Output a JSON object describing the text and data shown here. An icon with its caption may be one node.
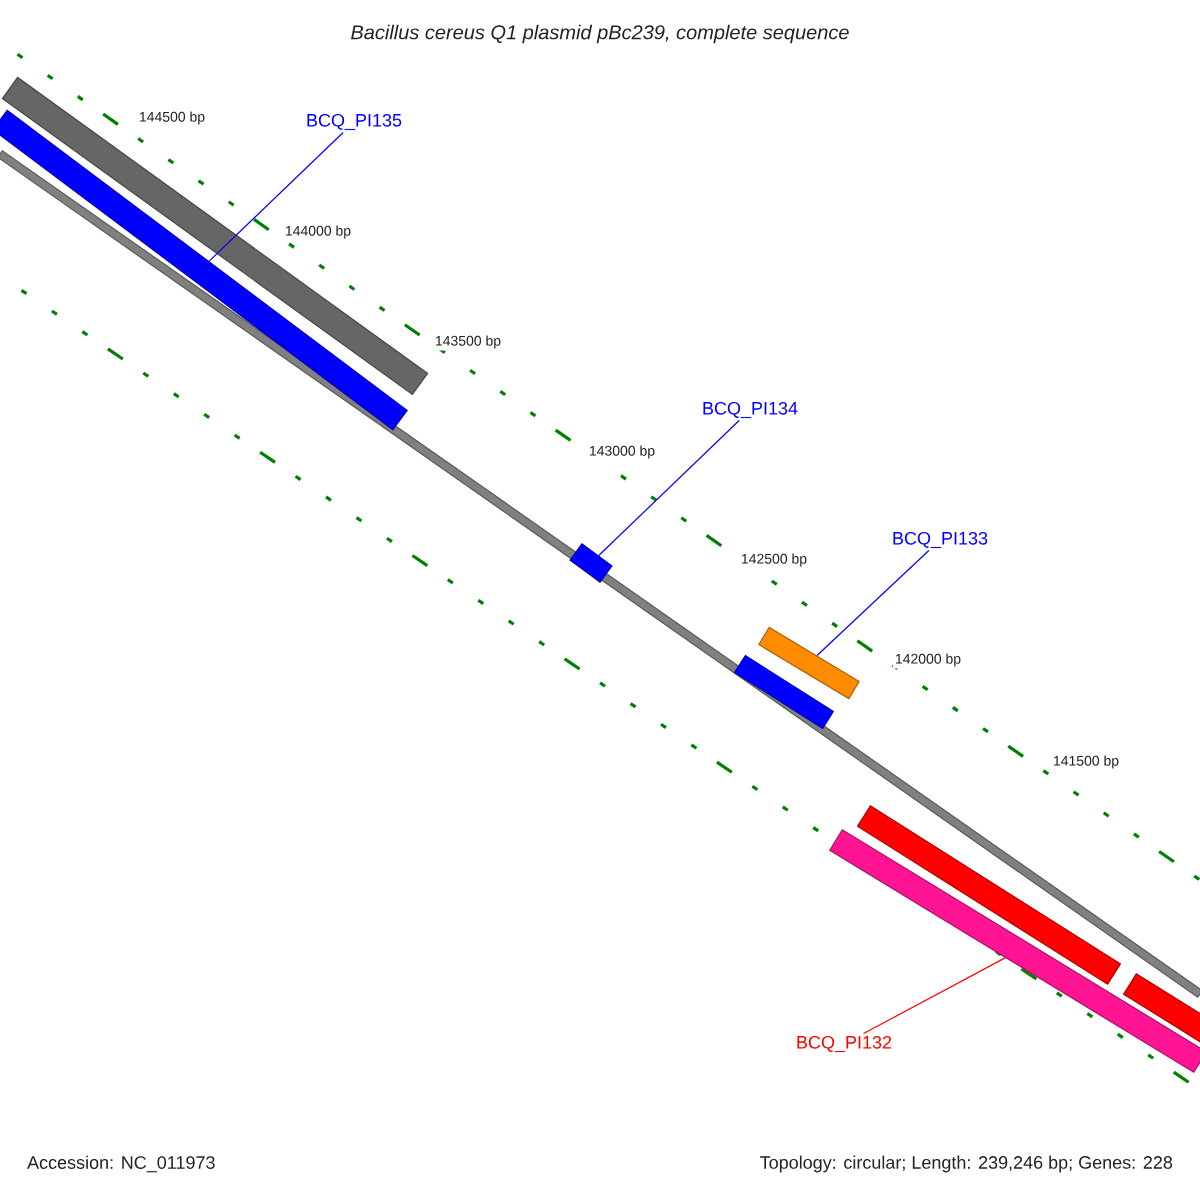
{
  "diagram": {
    "title": "Bacillus cereus Q1 plasmid pBc239, complete sequence",
    "nodes": [
      {
        "text": [
          "BCQ_PI135"
        ]
      },
      {
        "text": [],
        "shape": "bar"
      },
      {
        "text": [
          "BCQ_PI134"
        ]
      },
      {
        "text": [],
        "shape": "bar"
      },
      {
        "text": [
          "BCQ_PI133"
        ]
      },
      {
        "text": [],
        "shape": "bar"
      },
      {
        "text": [
          "BCQ_PI132"
        ]
      },
      {
        "text": [],
        "shape": "bar"
      }
    ],
    "edges": [
      {
        "from": 0,
        "to": 1,
        "arrow": "none",
        "color": "#0000ff"
      },
      {
        "from": 2,
        "to": 3,
        "arrow": "none",
        "color": "#0000ff"
      },
      {
        "from": 4,
        "to": 5,
        "arrow": "none",
        "color": "#0000ff"
      },
      {
        "from": 6,
        "to": 7,
        "arrow": "none",
        "color": "#ff0000"
      }
    ],
    "labels": [
      "144500 bp",
      "144000 bp",
      "143500 bp",
      "143000 bp",
      "142500 bp",
      "142000 bp",
      "141500 bp",
      "Accession: NC_011973",
      "Topology: circular; Length: 239,246 bp; Genes: 228"
    ]
  }
}
